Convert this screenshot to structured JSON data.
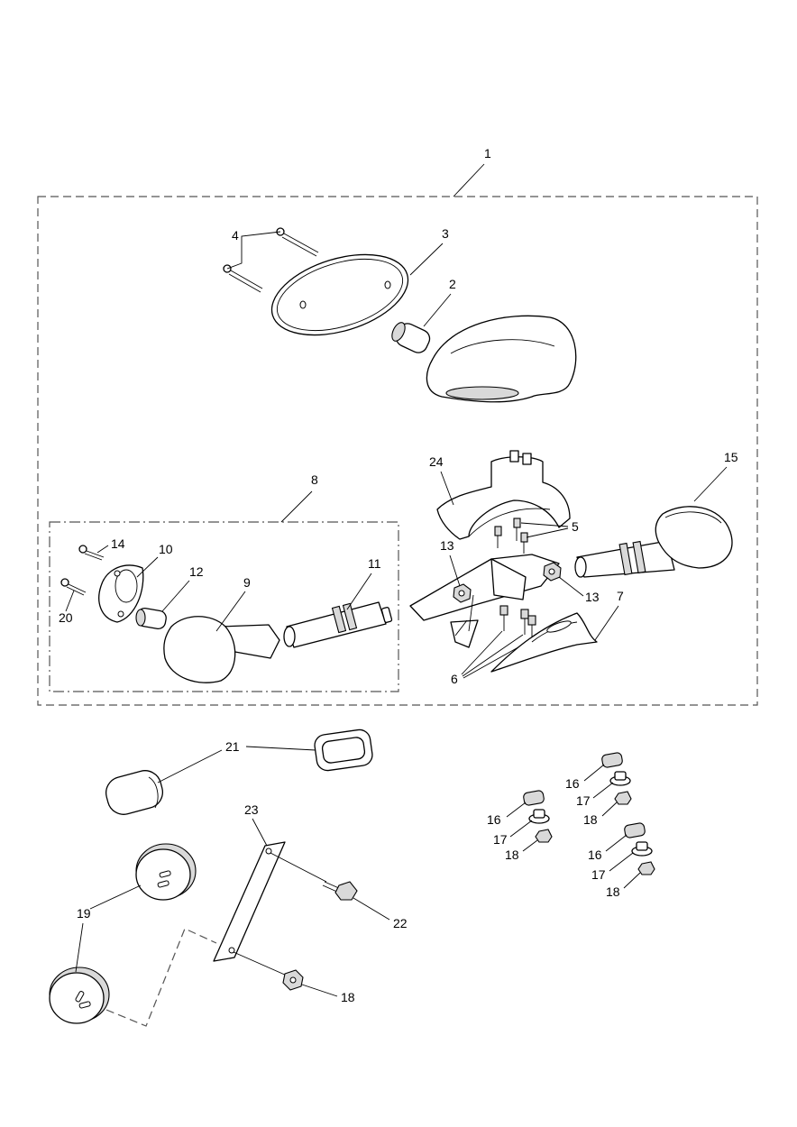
{
  "callouts": {
    "c1": "1",
    "c2": "2",
    "c3": "3",
    "c4": "4",
    "c5": "5",
    "c6": "6",
    "c7": "7",
    "c8": "8",
    "c9": "9",
    "c10": "10",
    "c11": "11",
    "c12": "12",
    "c13a": "13",
    "c13b": "13",
    "c14": "14",
    "c15": "15",
    "c16a": "16",
    "c16b": "16",
    "c16c": "16",
    "c17a": "17",
    "c17b": "17",
    "c17c": "17",
    "c18a": "18",
    "c18b": "18",
    "c18c": "18",
    "c18d": "18",
    "c19": "19",
    "c20": "20",
    "c21": "21",
    "c22": "22",
    "c23": "23",
    "c24": "24"
  }
}
